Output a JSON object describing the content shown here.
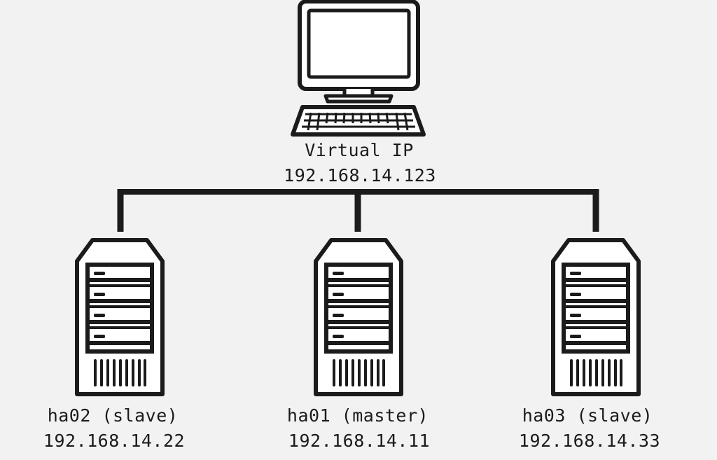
{
  "client": {
    "icon": "computer-icon",
    "title": "Virtual IP",
    "ip": "192.168.14.123"
  },
  "servers": [
    {
      "icon": "server-icon",
      "name": "ha02 (slave)",
      "ip": "192.168.14.22"
    },
    {
      "icon": "server-icon",
      "name": "ha01 (master)",
      "ip": "192.168.14.11"
    },
    {
      "icon": "server-icon",
      "name": "ha03 (slave)",
      "ip": "192.168.14.33"
    }
  ],
  "colors": {
    "background": "#f2f2f2",
    "stroke": "#1b1b1b"
  }
}
